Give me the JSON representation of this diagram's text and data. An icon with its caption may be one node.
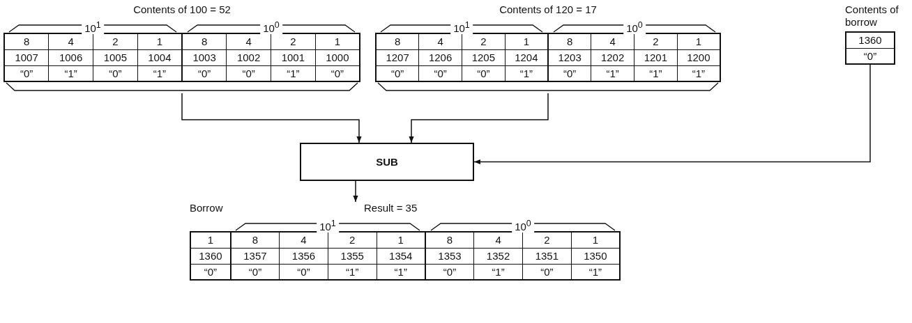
{
  "diagram": {
    "nodes": [
      {
        "text": [
          "Contents of 100 = 52"
        ]
      },
      {
        "text": [
          "Contents of 120 = 17"
        ]
      },
      {
        "text": [
          "Contents of borrow"
        ]
      },
      {
        "text": [
          "SUB"
        ]
      },
      {
        "text": [
          "Result = 35"
        ]
      }
    ],
    "edges": [
      {
        "from": 0,
        "to": 3,
        "arrow": "to"
      },
      {
        "from": 1,
        "to": 3,
        "arrow": "to"
      },
      {
        "from": 2,
        "to": 3,
        "arrow": "to"
      },
      {
        "from": 3,
        "to": 4,
        "arrow": "to"
      }
    ],
    "labels": [
      "10$^{1}$",
      "10$^{0}$",
      "8",
      "4",
      "2",
      "1",
      "8",
      "4",
      "2",
      "1",
      "1007",
      "1006",
      "1005",
      "1004",
      "1003",
      "1002",
      "1001",
      "1000",
      "“0”",
      "“1”",
      "“0”",
      "“1”",
      "“0”",
      "“0”",
      "“1”",
      "“0”",
      "10$^{1}$",
      "10$^{0}$",
      "8",
      "4",
      "2",
      "1",
      "8",
      "4",
      "2",
      "1",
      "1207",
      "1206",
      "1205",
      "1204",
      "1203",
      "1202",
      "1201",
      "1200",
      "“0”",
      "“0”",
      "“0”",
      "“1”",
      "“0”",
      "“1”",
      "“1”",
      "“1”",
      "1360",
      "“0”",
      "Borrow",
      "10$^{1}$",
      "10$^{0}$",
      "1",
      "8",
      "4",
      "2",
      "1",
      "8",
      "4",
      "2",
      "1",
      "1360",
      "1357",
      "1356",
      "1355",
      "1354",
      "1353",
      "1352",
      "1351",
      "1350",
      "“0”",
      "“0”",
      "“0”",
      "“1”",
      "“1”",
      "“0”",
      "“1”",
      "“0”",
      "“1”"
    ]
  }
}
